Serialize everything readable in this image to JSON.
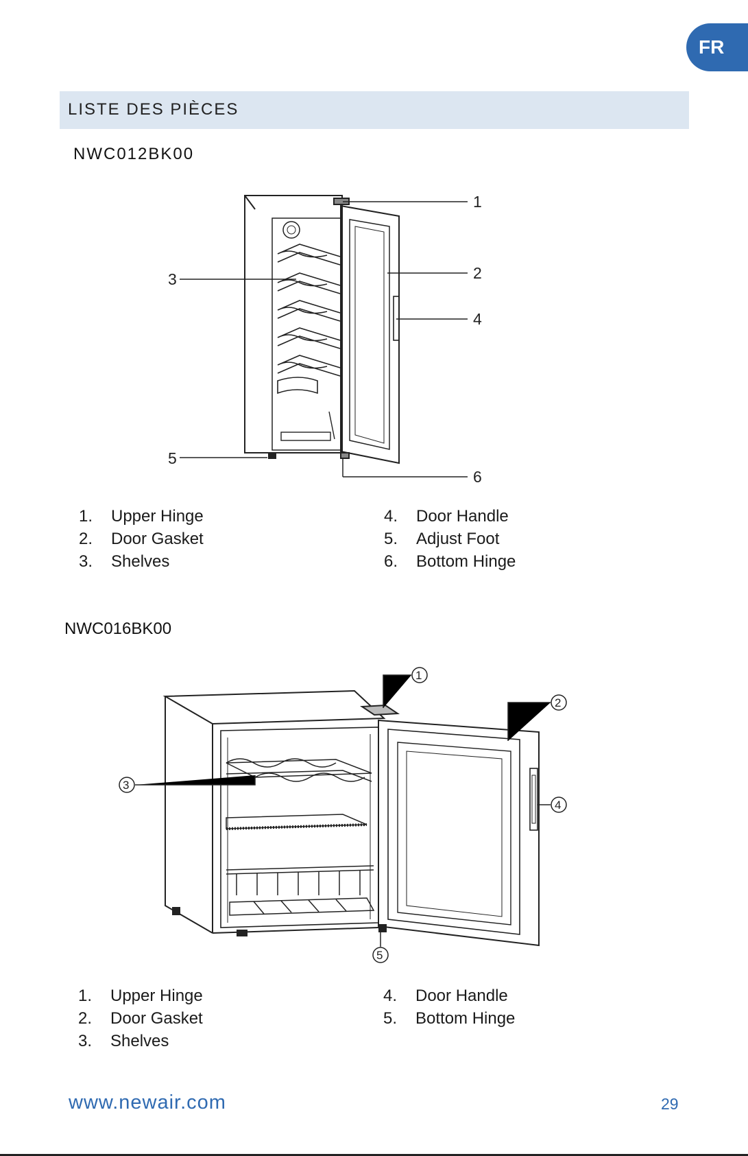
{
  "lang_tab": "FR",
  "section_title": "LISTE DES PIÈCES",
  "model_1": {
    "name": "NWC012BK00",
    "callouts": [
      "1",
      "2",
      "3",
      "4",
      "5",
      "6"
    ],
    "parts": [
      {
        "num": "1.",
        "label": "Upper Hinge"
      },
      {
        "num": "2.",
        "label": "Door Gasket"
      },
      {
        "num": "3.",
        "label": "Shelves"
      },
      {
        "num": "4.",
        "label": "Door Handle"
      },
      {
        "num": "5.",
        "label": "Adjust Foot"
      },
      {
        "num": "6.",
        "label": "Bottom Hinge"
      }
    ]
  },
  "model_2": {
    "name": "NWC016BK00",
    "callouts": [
      "1",
      "2",
      "3",
      "4",
      "5"
    ],
    "parts": [
      {
        "num": "1.",
        "label": "Upper Hinge"
      },
      {
        "num": "2.",
        "label": "Door Gasket"
      },
      {
        "num": "3.",
        "label": "Shelves"
      },
      {
        "num": "4.",
        "label": "Door Handle"
      },
      {
        "num": "5.",
        "label": "Bottom Hinge"
      }
    ]
  },
  "footer": {
    "url": "www.newair.com",
    "page": "29"
  }
}
